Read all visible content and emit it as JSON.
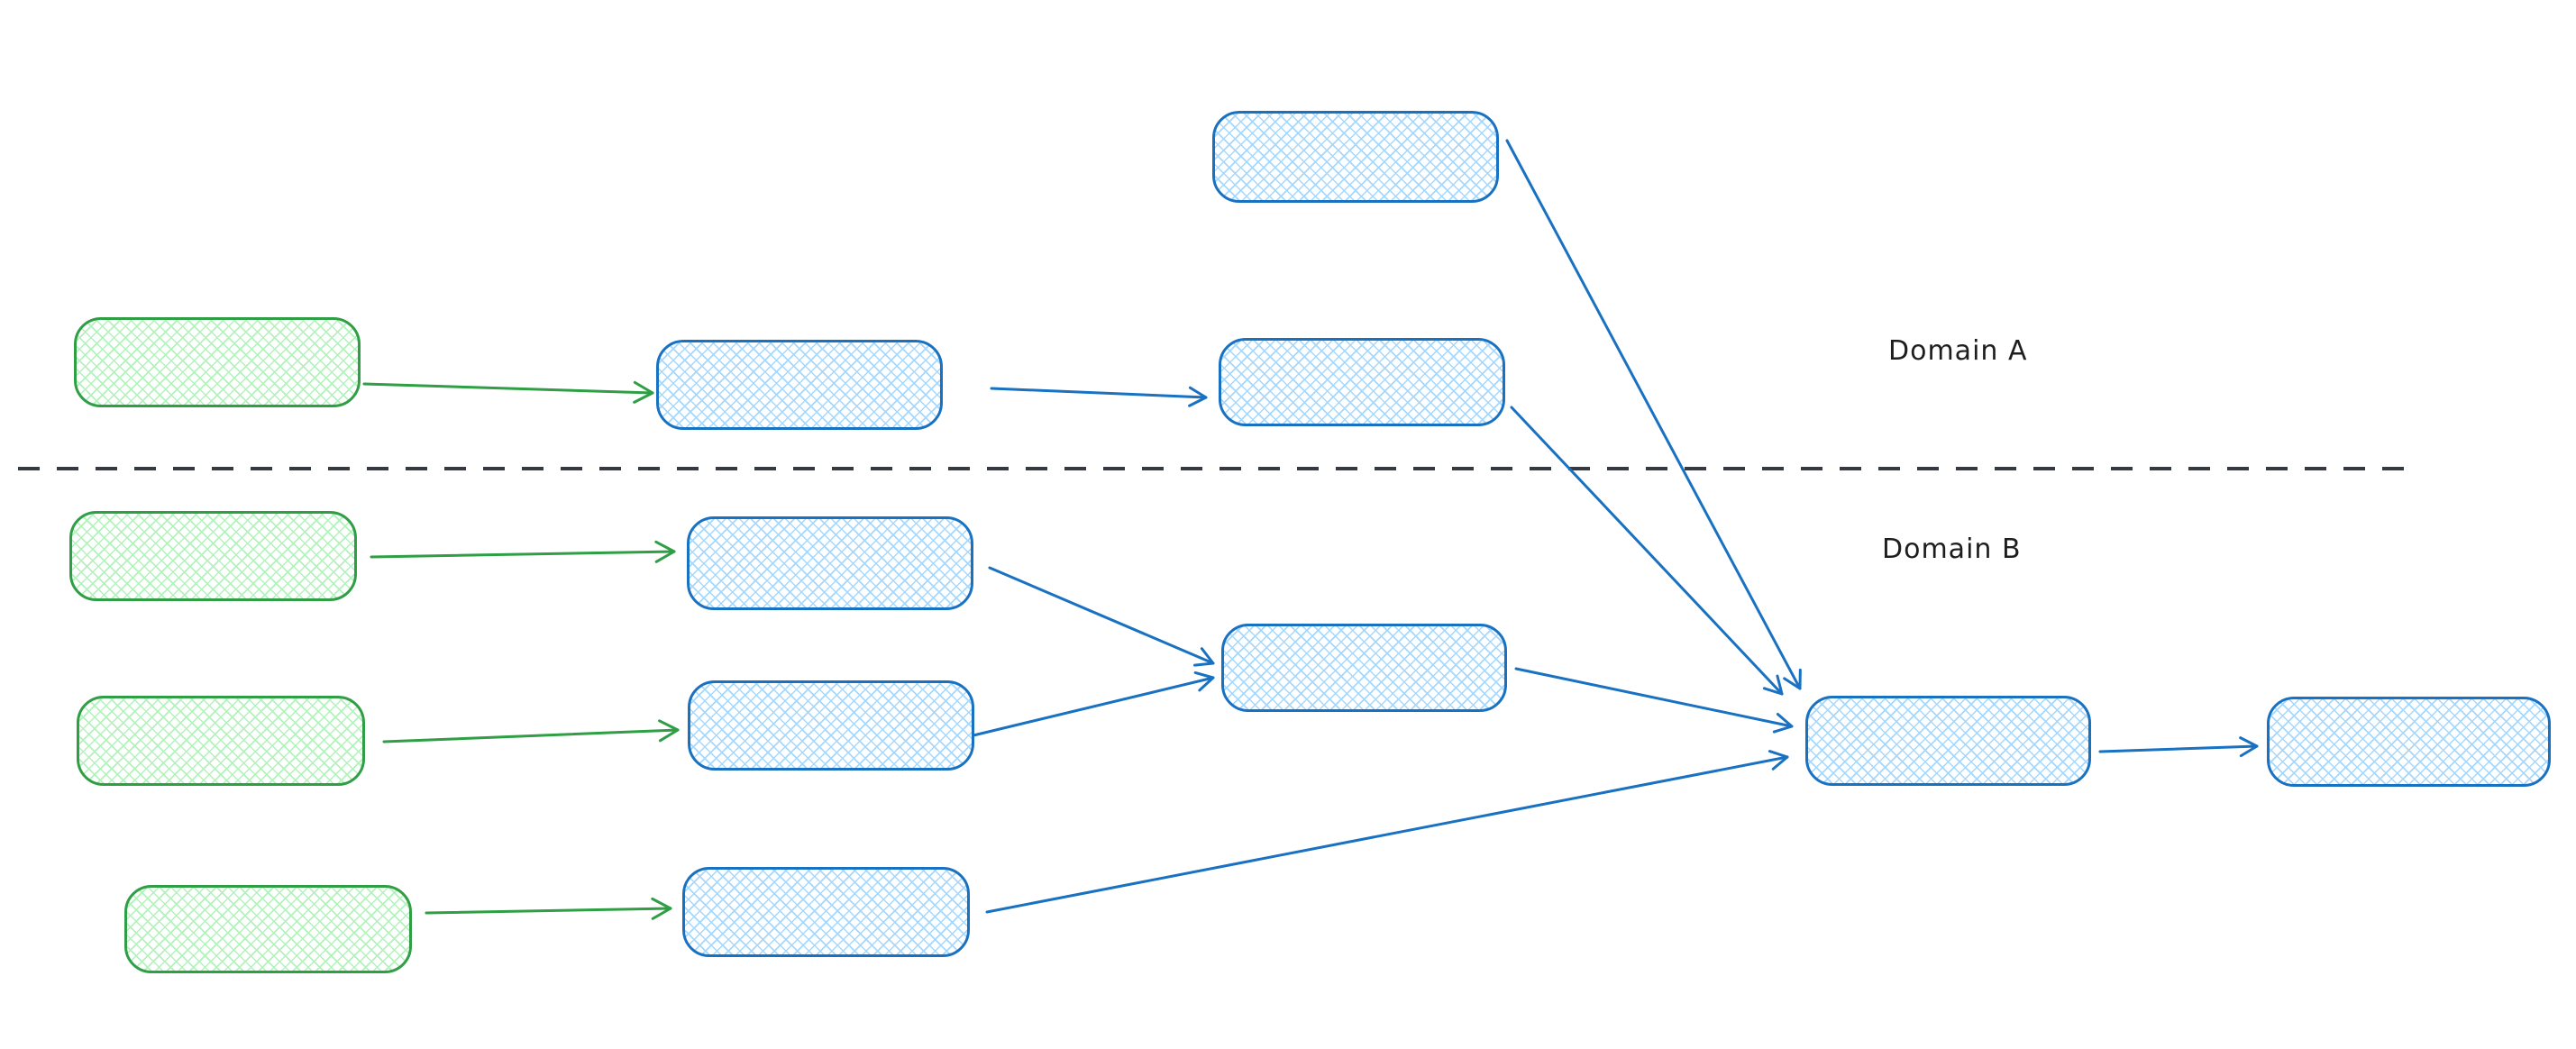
{
  "labels": {
    "domain_a": "Domain A",
    "domain_b": "Domain B"
  },
  "colors": {
    "blue_stroke": "#1971c2",
    "blue_fill": "#a5d8ff",
    "green_stroke": "#2f9e44",
    "green_fill": "#b2f2bb",
    "divider": "#343a40",
    "text": "#1e1e1e",
    "background": "#ffffff"
  },
  "diagram": {
    "style": "hand-drawn whiteboard (cross-hatched rounded rectangles, sketchy arrows)",
    "regions": [
      {
        "id": "domain-a",
        "label": "Domain A",
        "position": "above dashed divider"
      },
      {
        "id": "domain-b",
        "label": "Domain B",
        "position": "below dashed divider"
      }
    ],
    "divider": {
      "type": "dashed-line",
      "orientation": "horizontal"
    },
    "nodes": [
      {
        "id": "blue-top",
        "shape": "rounded-rectangle",
        "color": "blue",
        "region": "domain-a",
        "text": ""
      },
      {
        "id": "green-a1",
        "shape": "rounded-rectangle",
        "color": "green",
        "region": "domain-a",
        "text": ""
      },
      {
        "id": "blue-a1",
        "shape": "rounded-rectangle",
        "color": "blue",
        "region": "domain-a",
        "text": ""
      },
      {
        "id": "blue-a2",
        "shape": "rounded-rectangle",
        "color": "blue",
        "region": "domain-a",
        "text": ""
      },
      {
        "id": "green-b1",
        "shape": "rounded-rectangle",
        "color": "green",
        "region": "domain-b",
        "text": ""
      },
      {
        "id": "blue-b1",
        "shape": "rounded-rectangle",
        "color": "blue",
        "region": "domain-b",
        "text": ""
      },
      {
        "id": "green-b2",
        "shape": "rounded-rectangle",
        "color": "green",
        "region": "domain-b",
        "text": ""
      },
      {
        "id": "blue-b2",
        "shape": "rounded-rectangle",
        "color": "blue",
        "region": "domain-b",
        "text": ""
      },
      {
        "id": "blue-merge",
        "shape": "rounded-rectangle",
        "color": "blue",
        "region": "domain-b",
        "text": ""
      },
      {
        "id": "green-b3",
        "shape": "rounded-rectangle",
        "color": "green",
        "region": "domain-b",
        "text": ""
      },
      {
        "id": "blue-b3",
        "shape": "rounded-rectangle",
        "color": "blue",
        "region": "domain-b",
        "text": ""
      },
      {
        "id": "blue-hub",
        "shape": "rounded-rectangle",
        "color": "blue",
        "region": "domain-b",
        "text": ""
      },
      {
        "id": "blue-output",
        "shape": "rounded-rectangle",
        "color": "blue",
        "region": "domain-b",
        "text": ""
      }
    ],
    "edges": [
      {
        "from": "green-a1",
        "to": "blue-a1",
        "color": "green"
      },
      {
        "from": "blue-a1",
        "to": "blue-a2",
        "color": "blue"
      },
      {
        "from": "green-b1",
        "to": "blue-b1",
        "color": "green"
      },
      {
        "from": "green-b2",
        "to": "blue-b2",
        "color": "green"
      },
      {
        "from": "green-b3",
        "to": "blue-b3",
        "color": "green"
      },
      {
        "from": "blue-b1",
        "to": "blue-merge",
        "color": "blue"
      },
      {
        "from": "blue-b2",
        "to": "blue-merge",
        "color": "blue"
      },
      {
        "from": "blue-top",
        "to": "blue-hub",
        "color": "blue"
      },
      {
        "from": "blue-a2",
        "to": "blue-hub",
        "color": "blue"
      },
      {
        "from": "blue-merge",
        "to": "blue-hub",
        "color": "blue"
      },
      {
        "from": "blue-b3",
        "to": "blue-hub",
        "color": "blue"
      },
      {
        "from": "blue-hub",
        "to": "blue-output",
        "color": "blue"
      }
    ]
  }
}
